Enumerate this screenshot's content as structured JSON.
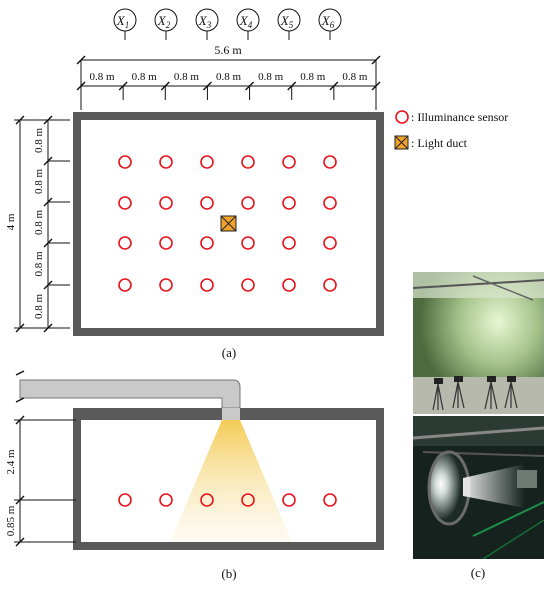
{
  "labels": {
    "x_headers": [
      "X1",
      "X2",
      "X3",
      "X4",
      "X5",
      "X6"
    ],
    "x_subs": [
      "1",
      "2",
      "3",
      "4",
      "5",
      "6"
    ],
    "total_width": "5.6 m",
    "segment": "0.8 m",
    "room_height_plan": "4 m",
    "section_height": "2.4 m",
    "sensor_height": "0.85 m",
    "panel_a": "(a)",
    "panel_b": "(b)",
    "panel_c": "(c)"
  },
  "legend": {
    "sensor": ": Illuminance sensor",
    "duct": ": Light duct"
  },
  "colors": {
    "wall": "#5a5a5a",
    "sensor": "#e8141b",
    "duct_fill": "#f0a22a",
    "duct_pipe": "#c9c9c9",
    "light_cone": "#f6d98a"
  },
  "plan": {
    "sensor_columns": 6,
    "sensor_rows": 4
  },
  "section": {
    "sensor_columns": 6
  }
}
